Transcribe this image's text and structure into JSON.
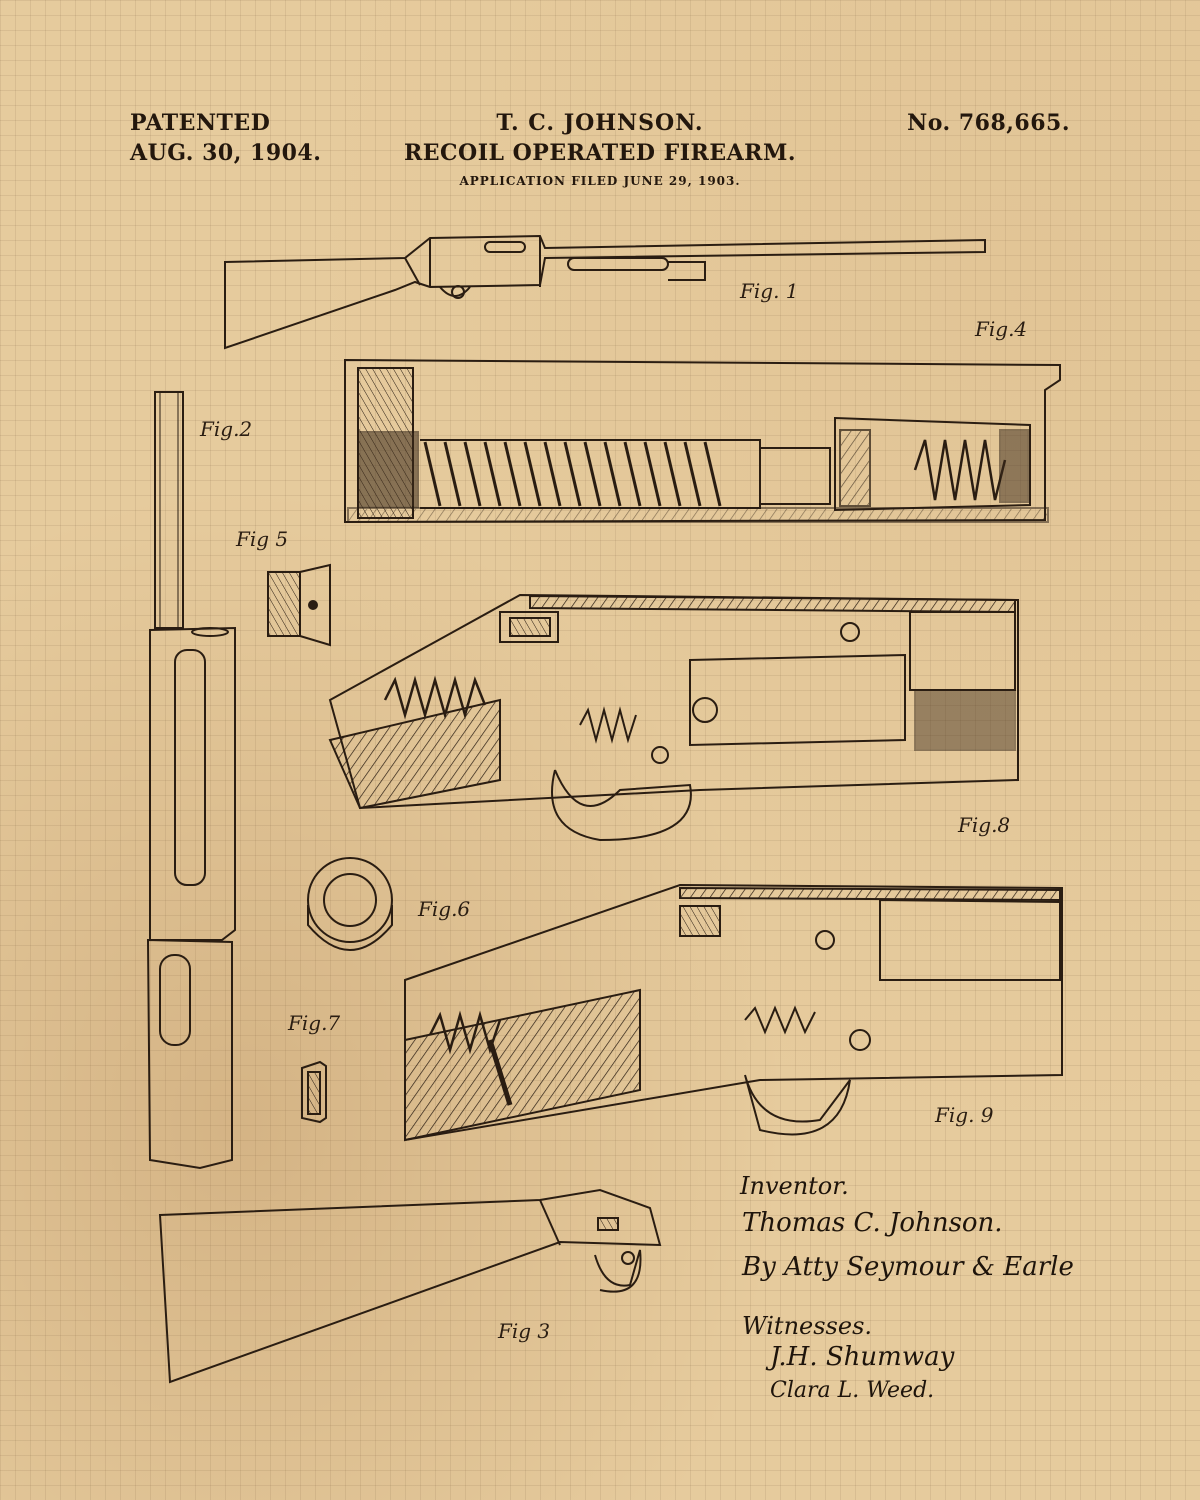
{
  "header": {
    "patented_label": "PATENTED",
    "patent_date": "AUG. 30, 1904.",
    "inventor": "T. C. JOHNSON.",
    "title": "RECOIL OPERATED FIREARM.",
    "application": "APPLICATION FILED JUNE 29, 1903.",
    "patent_number": "No. 768,665."
  },
  "figures": {
    "fig1": "Fig. 1",
    "fig2": "Fig.2",
    "fig3": "Fig 3",
    "fig4": "Fig.4",
    "fig5": "Fig 5",
    "fig6": "Fig.6",
    "fig7": "Fig.7",
    "fig8": "Fig.8",
    "fig9": "Fig. 9"
  },
  "signatures": {
    "inventor_label": "Inventor.",
    "inventor_name": "Thomas C. Johnson.",
    "attorney": "By Atty Seymour & Earle",
    "witnesses_label": "Witnesses.",
    "witness_1": "J.H. Shumway",
    "witness_2": "Clara L. Weed."
  },
  "colors": {
    "paper": "#e6cb9d",
    "ink": "#2a1d12"
  }
}
